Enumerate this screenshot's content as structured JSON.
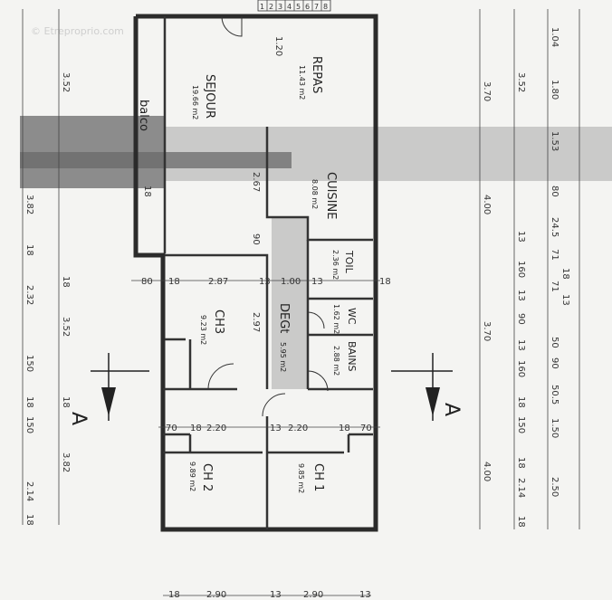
{
  "watermark": "© Etreproprio.com",
  "rooms": {
    "sejour": {
      "name": "SEJOUR",
      "area": "19.66 m2"
    },
    "repas": {
      "name": "REPAS",
      "area": "11.43 m2"
    },
    "cuisine": {
      "name": "CUISINE",
      "area": "8.08 m2"
    },
    "balcon": {
      "name": "balco"
    },
    "toil": {
      "name": "TOIL",
      "area": "2.36 m2"
    },
    "wc": {
      "name": "WC",
      "area": "1.62 m2"
    },
    "bains": {
      "name": "BAINS",
      "area": "2.88 m2"
    },
    "degt": {
      "name": "DEGt",
      "area": "5.95 m2"
    },
    "ch3": {
      "name": "CH3",
      "area": "9.23 m2"
    },
    "ch2": {
      "name": "CH 2",
      "area": "9.89 m2"
    },
    "ch1": {
      "name": "CH 1",
      "area": "9.85 m2"
    }
  },
  "top_scale": [
    "1",
    "2",
    "3",
    "4",
    "5",
    "6",
    "7",
    "8"
  ],
  "dims": {
    "left_outer": [
      "3.52",
      "3.82",
      "2.32",
      "3.52",
      "3.82"
    ],
    "left_inner": [
      "18",
      "18",
      "150",
      "18",
      "150",
      "18",
      "2.14",
      "18"
    ],
    "right_a": [
      "3.70",
      "4.00",
      "3.70",
      "4.00"
    ],
    "right_b": [
      "3.52",
      "13",
      "160",
      "13",
      "90",
      "13",
      "160",
      "18",
      "150",
      "18",
      "2.14",
      "18"
    ],
    "right_c": [
      "1.04",
      "1.80",
      "1.53",
      "80",
      "24.5",
      "71",
      "18",
      "71",
      "13",
      "50",
      "90",
      "50.5",
      "1.50",
      "2.50"
    ],
    "middle_row": [
      "80",
      "18",
      "2.87",
      "13",
      "1.00",
      "13",
      "18"
    ],
    "lower_row": [
      "70",
      "18",
      "2.20",
      "13",
      "2.20",
      "18",
      "70"
    ],
    "bottom_row": [
      "18",
      "2.90",
      "13",
      "2.90",
      "13"
    ],
    "interior": [
      "1.20",
      "2.67",
      "90",
      "2.97",
      "18"
    ]
  },
  "section_marker": "A"
}
